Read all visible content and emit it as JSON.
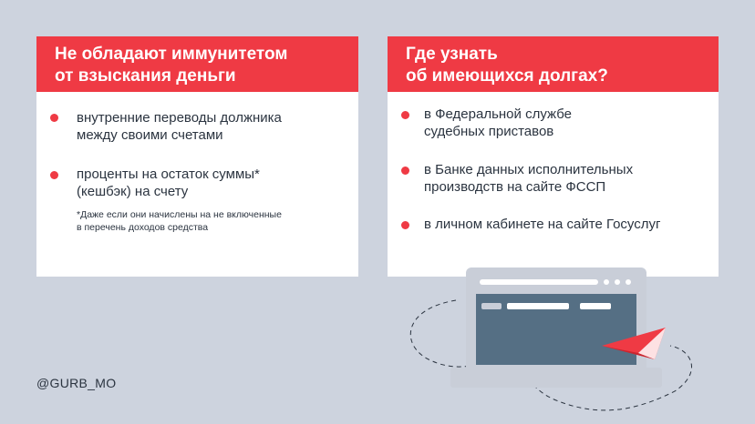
{
  "left_card": {
    "title_lines": [
      "Не обладают иммунитетом",
      "от взыскания деньги"
    ],
    "items": [
      {
        "lines": [
          "внутренние переводы должника",
          "между своими счетами"
        ]
      },
      {
        "lines": [
          "проценты на остаток суммы*",
          "(кешбэк) на счету"
        ]
      }
    ],
    "note_lines": [
      "*Даже если они начислены на не включенные",
      "в перечень доходов средства"
    ]
  },
  "right_card": {
    "title_lines": [
      "Где узнать",
      "об имеющихся долгах?"
    ],
    "items": [
      {
        "lines": [
          "в Федеральной службе",
          "судебных приставов"
        ]
      },
      {
        "lines": [
          "в Банке данных исполнительных",
          "производств на сайте ФССП"
        ]
      },
      {
        "lines": [
          "в личном кабинете на сайте Госуслуг"
        ]
      }
    ]
  },
  "handle": "@GURB_MO",
  "colors": {
    "accent": "#ef3a44",
    "background": "#cdd3de",
    "card": "#ffffff",
    "text": "#2b3440",
    "laptop_frame": "#c9ced8",
    "laptop_screen": "#556f84"
  },
  "icons": [
    "laptop-illustration",
    "paper-plane-icon"
  ]
}
